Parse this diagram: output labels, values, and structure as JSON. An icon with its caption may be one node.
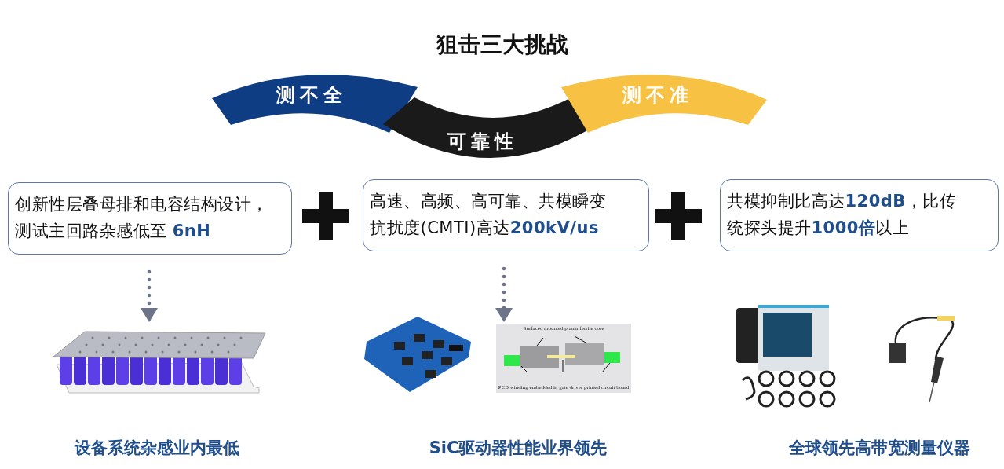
{
  "diagram": {
    "title": "狙击三大挑战",
    "nodes": [
      {
        "text": [
          "测不全"
        ]
      },
      {
        "text": [
          "可靠性"
        ]
      },
      {
        "text": [
          "测不准"
        ]
      },
      {
        "text": [
          "创新性层叠母排和电容结构设计，测试主回路杂感低至 **6nH**"
        ]
      },
      {
        "text": [
          "高速、高频、高可靠、共模瞬变抗扰度(CMTI)高达**200kV/us**"
        ]
      },
      {
        "text": [
          "共模抑制比高达**120dB**，比传统探头提升**1000倍**以上"
        ]
      },
      {
        "text": [],
        "shape": "picture"
      },
      {
        "text": [],
        "shape": "picture"
      },
      {
        "text": [
          "Surfaced mounted planar ferrite core",
          "PCB winding embedded in gate driver printed circuit board"
        ]
      },
      {
        "text": [],
        "shape": "picture"
      },
      {
        "text": [],
        "shape": "picture"
      }
    ],
    "edges": [
      {
        "from": 3,
        "to": 6,
        "arrow": "to",
        "style": "dashed"
      },
      {
        "from": 4,
        "to": 8,
        "arrow": "to",
        "style": "dashed"
      }
    ],
    "labels": [
      "设备系统杂感业内最低",
      "SiC驱动器性能业界领先",
      "全球领先高带宽测量仪器"
    ]
  }
}
